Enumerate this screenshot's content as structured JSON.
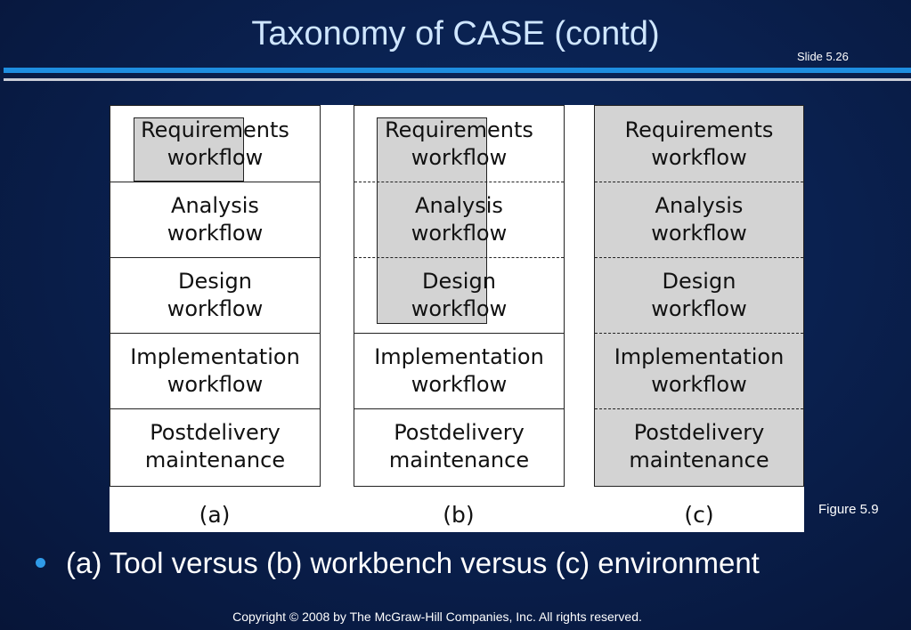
{
  "slide": {
    "title": "Taxonomy of CASE (contd)",
    "number": "Slide 5.26"
  },
  "figure": {
    "label": "Figure 5.9",
    "rows": [
      "Requirements\nworkflow",
      "Analysis\nworkflow",
      "Design\nworkflow",
      "Implementation\nworkflow",
      "Postdelivery\nmaintenance"
    ],
    "captions": [
      "(a)",
      "(b)",
      "(c)"
    ],
    "shade_color": "#d3d3d3"
  },
  "bullet": {
    "text": "(a) Tool versus (b) workbench versus (c) environment"
  },
  "footer": {
    "copyright": "Copyright © 2008 by The McGraw-Hill Companies, Inc.  All rights reserved."
  }
}
